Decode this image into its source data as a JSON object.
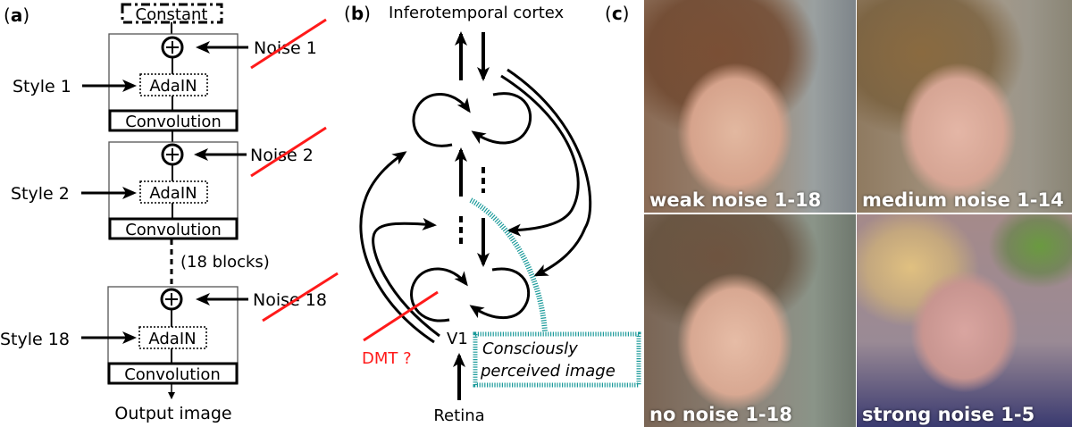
{
  "panel_a": {
    "panel_label": "(a)",
    "constant_label": "Constant",
    "blocks": [
      {
        "style": "Style 1",
        "noise": "Noise 1",
        "adain": "AdaIN",
        "conv": "Convolution"
      },
      {
        "style": "Style 2",
        "noise": "Noise 2",
        "adain": "AdaIN",
        "conv": "Convolution"
      },
      {
        "style": "Style 18",
        "noise": "Noise 18",
        "adain": "AdaIN",
        "conv": "Convolution"
      }
    ],
    "blocks_note": "(18 blocks)",
    "output_label": "Output image"
  },
  "panel_b": {
    "panel_label": "(b)",
    "top_label": "Inferotemporal cortex",
    "v1_label": "V1",
    "retina_label": "Retina",
    "dmt_label": "DMT ?",
    "perceived_line1": "Consciously",
    "perceived_line2": "perceived image"
  },
  "panel_c": {
    "panel_label": "(c)",
    "images": [
      {
        "caption": "weak noise 1-18"
      },
      {
        "caption": "medium noise 1-14"
      },
      {
        "caption": "no noise 1-18"
      },
      {
        "caption": "strong noise 1-5"
      }
    ]
  },
  "colors": {
    "strike_red": "#ff1a1a",
    "teal": "#1a9a9a",
    "ink": "#000000"
  }
}
